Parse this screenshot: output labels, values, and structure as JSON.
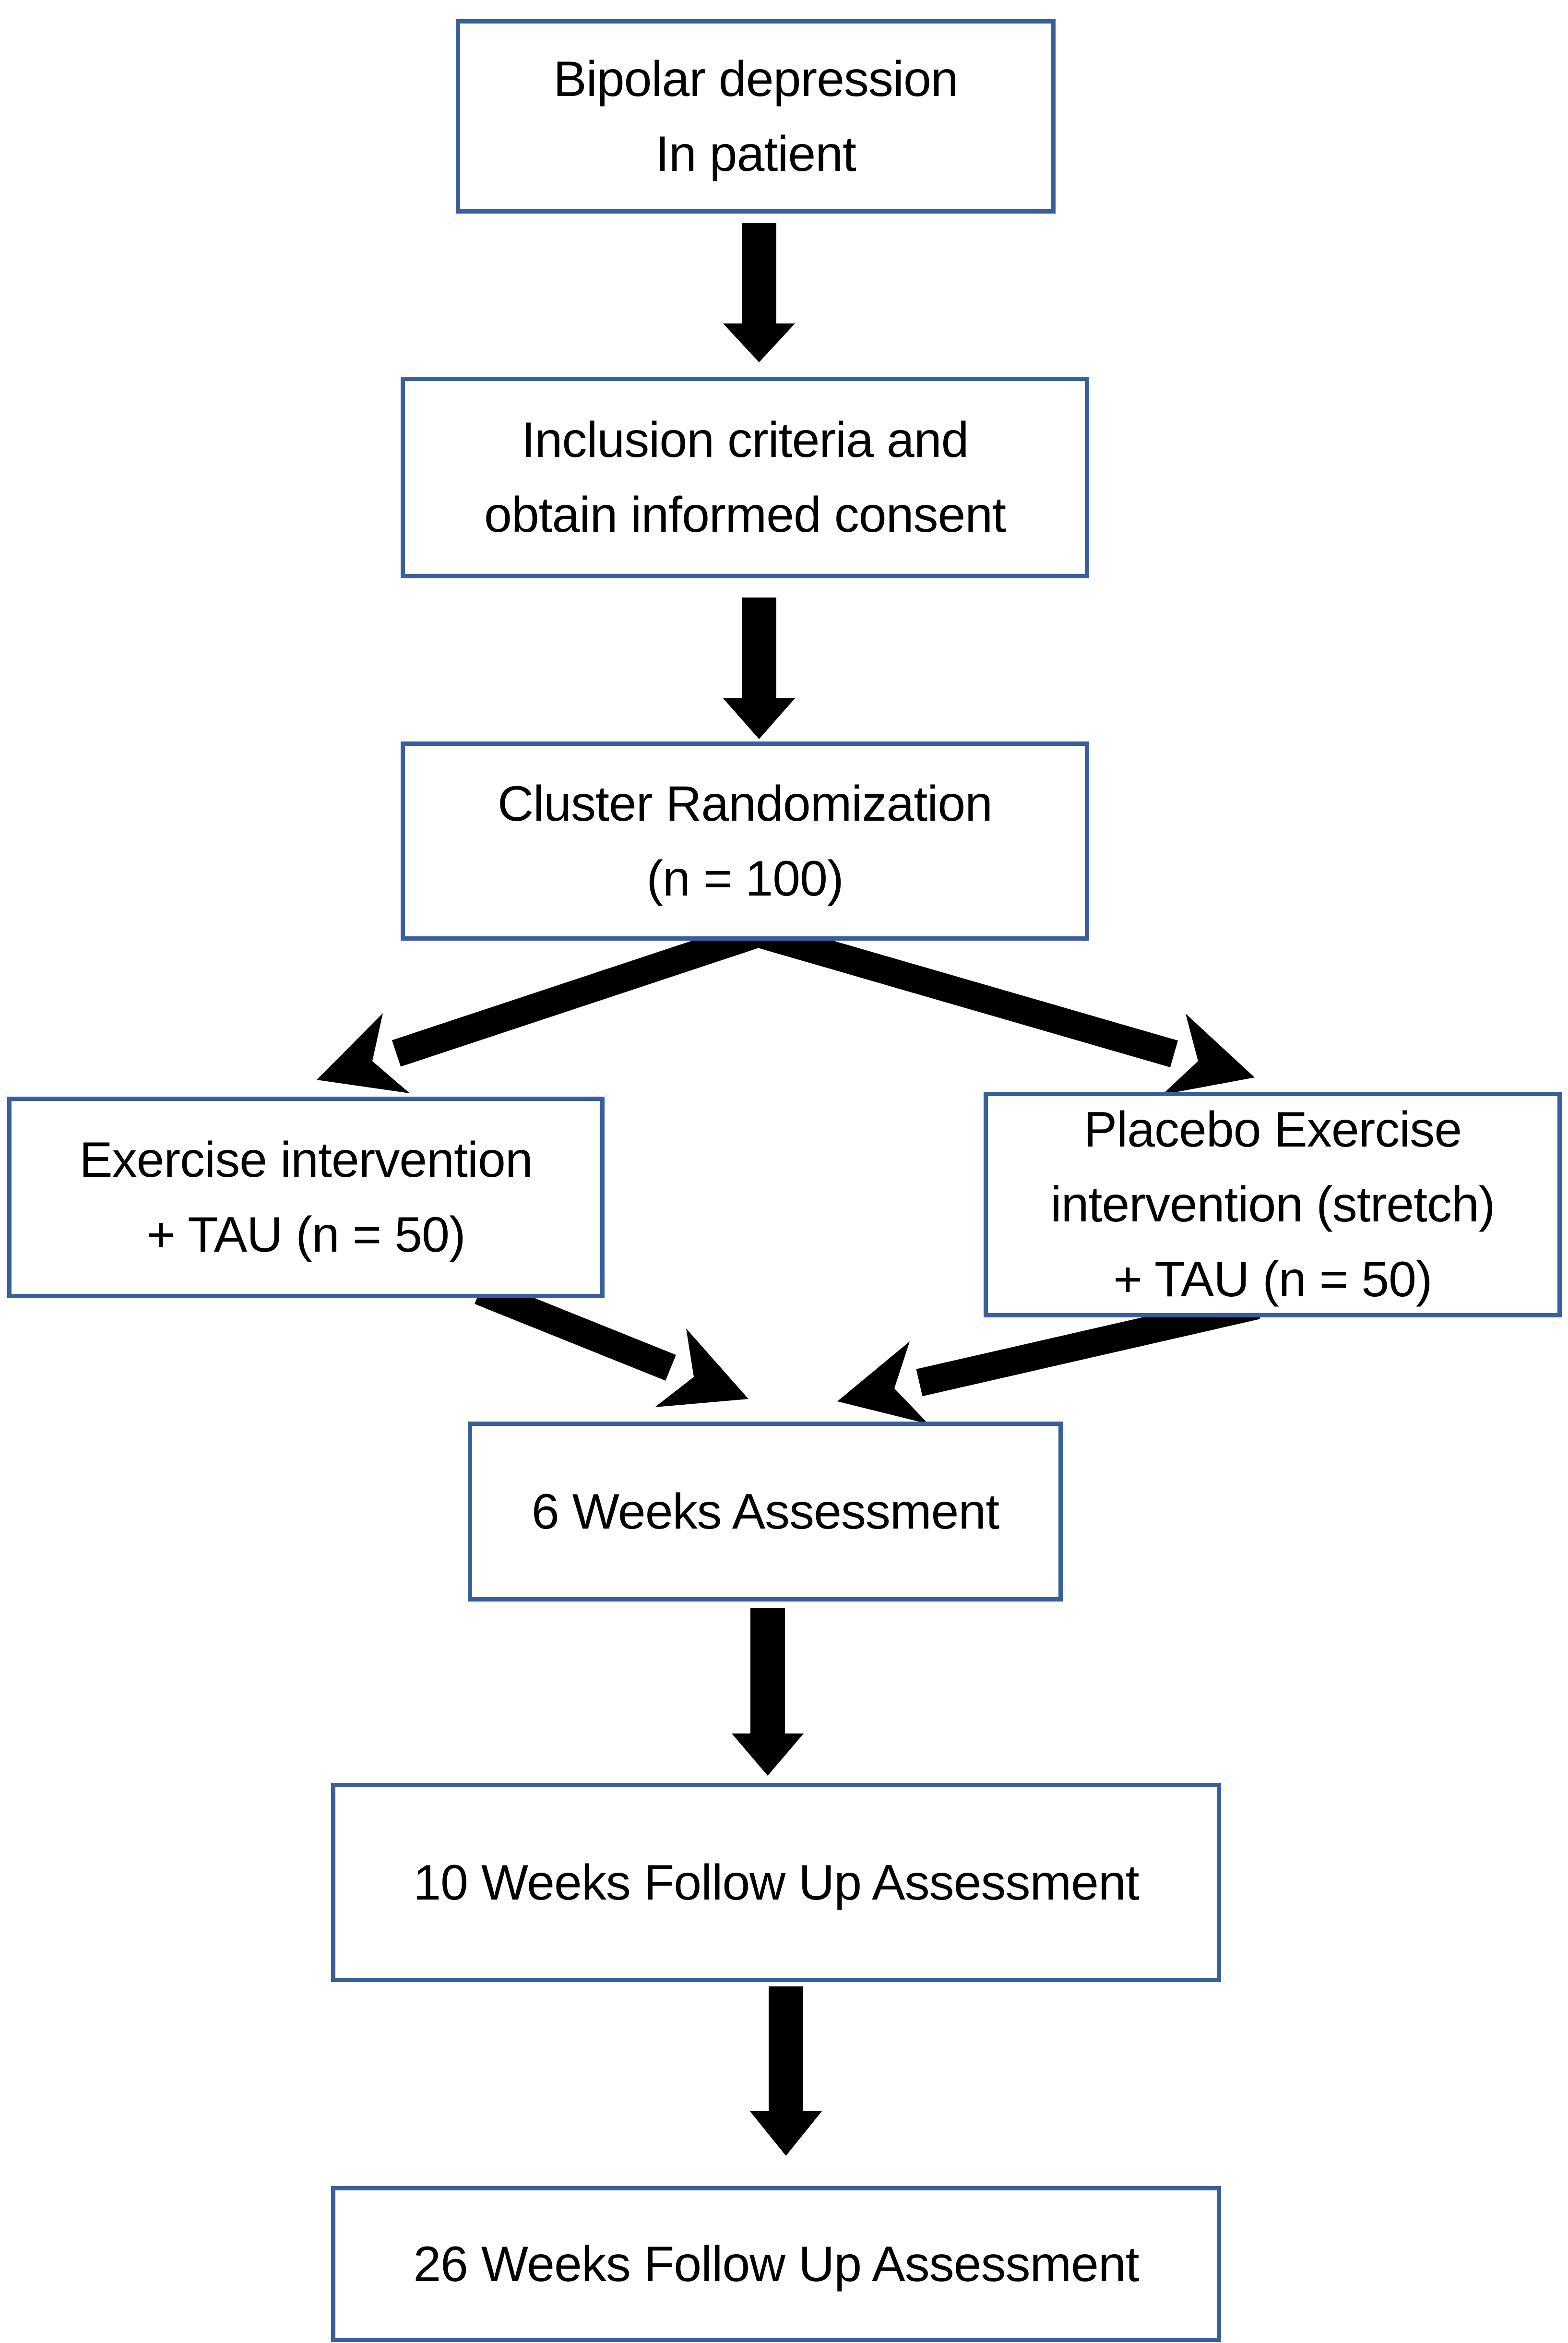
{
  "diagram": {
    "type": "flowchart",
    "description": "Randomized controlled trial flow diagram for exercise intervention in bipolar depression",
    "nodes": [
      {
        "id": "inpatient",
        "lines": [
          "Bipolar depression",
          "In patient"
        ]
      },
      {
        "id": "inclusion",
        "lines": [
          "Inclusion criteria and",
          "obtain informed consent"
        ]
      },
      {
        "id": "randomization",
        "lines": [
          "Cluster Randomization",
          "(n = 100)"
        ]
      },
      {
        "id": "exercise",
        "lines": [
          "Exercise intervention",
          "+ TAU (n = 50)"
        ]
      },
      {
        "id": "placebo",
        "lines": [
          "Placebo Exercise",
          "intervention (stretch)",
          "+ TAU (n = 50)"
        ]
      },
      {
        "id": "week6",
        "lines": [
          "6 Weeks Assessment"
        ]
      },
      {
        "id": "week10",
        "lines": [
          "10 Weeks Follow Up Assessment"
        ]
      },
      {
        "id": "week26",
        "lines": [
          "26 Weeks Follow Up Assessment"
        ]
      }
    ],
    "edges": [
      {
        "from": "inpatient",
        "to": "inclusion",
        "style": "block-arrow-down"
      },
      {
        "from": "inclusion",
        "to": "randomization",
        "style": "block-arrow-down"
      },
      {
        "from": "randomization",
        "to": "exercise",
        "style": "diagonal-arrow"
      },
      {
        "from": "randomization",
        "to": "placebo",
        "style": "diagonal-arrow"
      },
      {
        "from": "exercise",
        "to": "week6",
        "style": "diagonal-arrow"
      },
      {
        "from": "placebo",
        "to": "week6",
        "style": "diagonal-arrow"
      },
      {
        "from": "week6",
        "to": "week10",
        "style": "block-arrow-down"
      },
      {
        "from": "week10",
        "to": "week26",
        "style": "block-arrow-down"
      }
    ],
    "colors": {
      "box_border": "#3a5e9c",
      "arrow": "#000000",
      "background": "#ffffff",
      "text": "#000000"
    }
  }
}
